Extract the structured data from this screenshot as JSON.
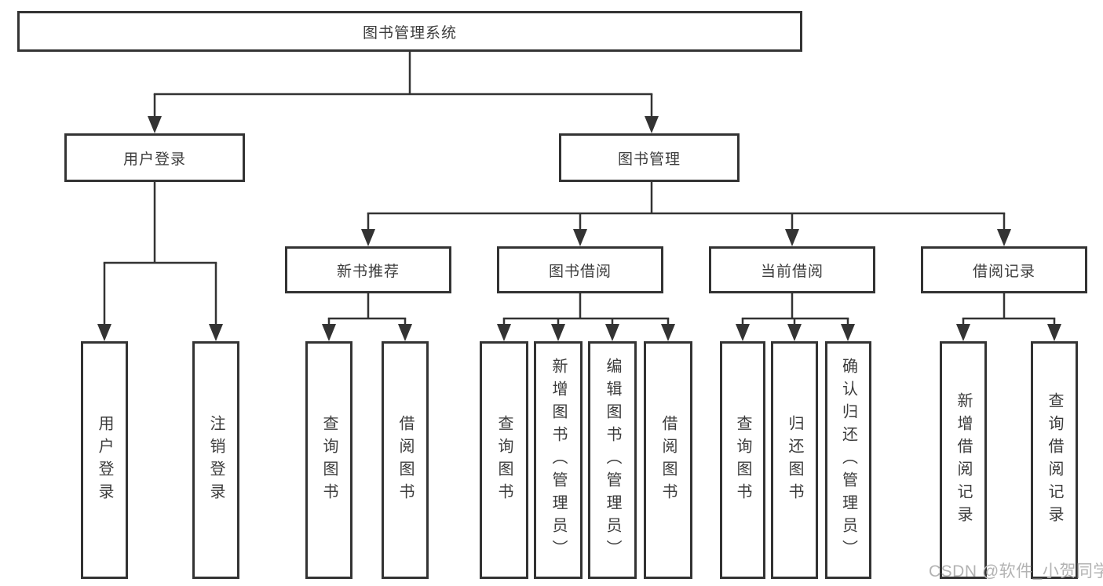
{
  "diagram": {
    "type": "hierarchy-tree",
    "line_color": "#333333",
    "box_border_color": "#333333",
    "text_color": "#3c3c3c",
    "root": {
      "label": "图书管理系统",
      "children": [
        {
          "label": "用户登录",
          "children": [
            {
              "label": "用户登录"
            },
            {
              "label": "注销登录"
            }
          ]
        },
        {
          "label": "图书管理",
          "children": [
            {
              "label": "新书推荐",
              "children": [
                {
                  "label": "查询图书"
                },
                {
                  "label": "借阅图书"
                }
              ]
            },
            {
              "label": "图书借阅",
              "children": [
                {
                  "label": "查询图书"
                },
                {
                  "label": "新增图书（管理员）"
                },
                {
                  "label": "编辑图书（管理员）"
                },
                {
                  "label": "借阅图书"
                }
              ]
            },
            {
              "label": "当前借阅",
              "children": [
                {
                  "label": "查询图书"
                },
                {
                  "label": "归还图书"
                },
                {
                  "label": "确认归还（管理员）"
                }
              ]
            },
            {
              "label": "借阅记录",
              "children": [
                {
                  "label": "新增借阅记录"
                },
                {
                  "label": "查询借阅记录"
                }
              ]
            }
          ]
        }
      ]
    }
  },
  "watermark": {
    "text": "CSDN @软件_小贺同学",
    "color": "#b3b3b3"
  }
}
